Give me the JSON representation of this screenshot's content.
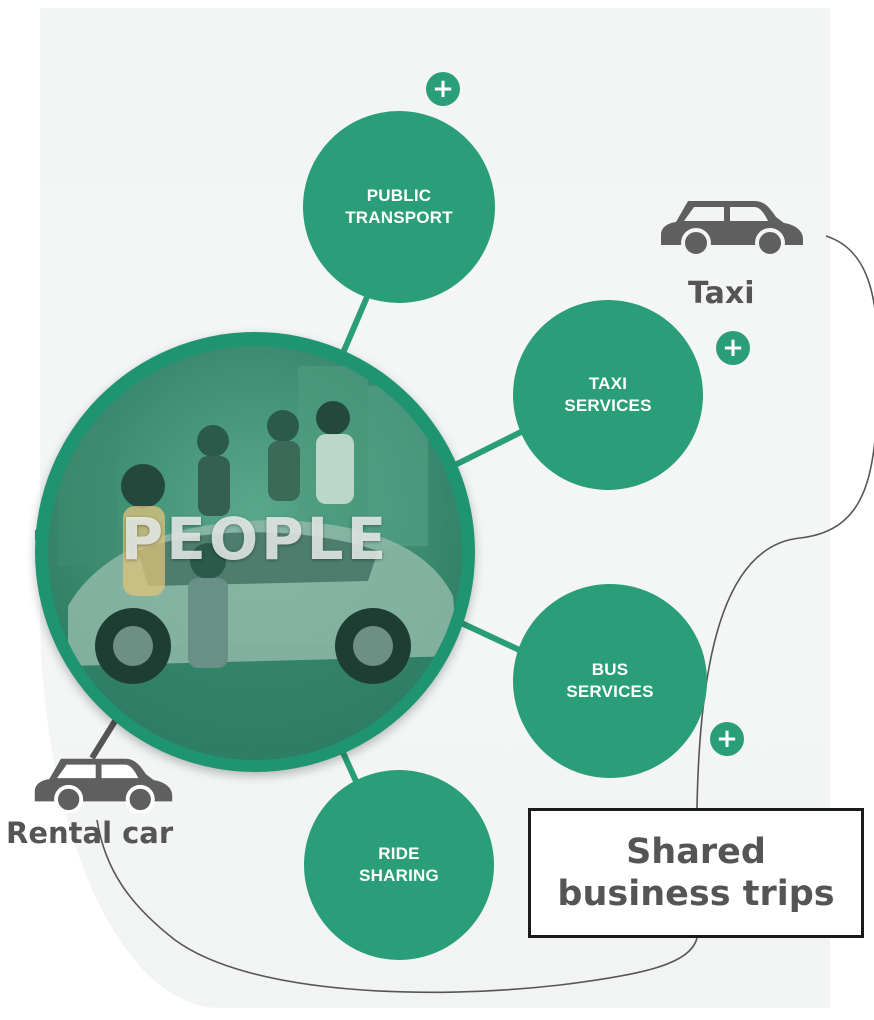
{
  "hub": {
    "label": "PEOPLE"
  },
  "nodes": [
    {
      "label": "PUBLIC\nTRANSPORT"
    },
    {
      "label": "TAXI\nSERVICES"
    },
    {
      "label": "BUS\nSERVICES"
    },
    {
      "label": "RIDE\nSHARING"
    }
  ],
  "annotations": {
    "taxi_label": "Taxi",
    "rental_car_label": "Rental car",
    "callout_text": "Shared\nbusiness trips"
  },
  "colors": {
    "node_green": "#2a9e78",
    "hub_green": "#1f9470",
    "annotation_gray": "#555555",
    "car_gray": "#5f5f5f"
  },
  "icons": [
    "plus-icon",
    "car-icon"
  ]
}
